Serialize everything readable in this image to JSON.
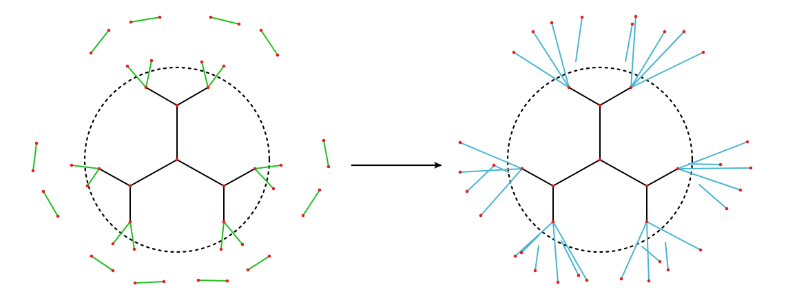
{
  "colors": {
    "background": "#ffffff",
    "tree_edge": "#000000",
    "boundary_circle": "#000000",
    "green_segment": "#1ec01e",
    "blue_segment": "#49b5d3",
    "node": "#e3201b",
    "arrow": "#000000"
  },
  "diagram": {
    "left_panel": {
      "description_items": [
        "tree",
        "dashed-circle",
        "green-segments"
      ]
    },
    "arrow": "right-arrow",
    "right_panel": {
      "description_items": [
        "tree",
        "dashed-circle",
        "blue-segments"
      ]
    }
  }
}
